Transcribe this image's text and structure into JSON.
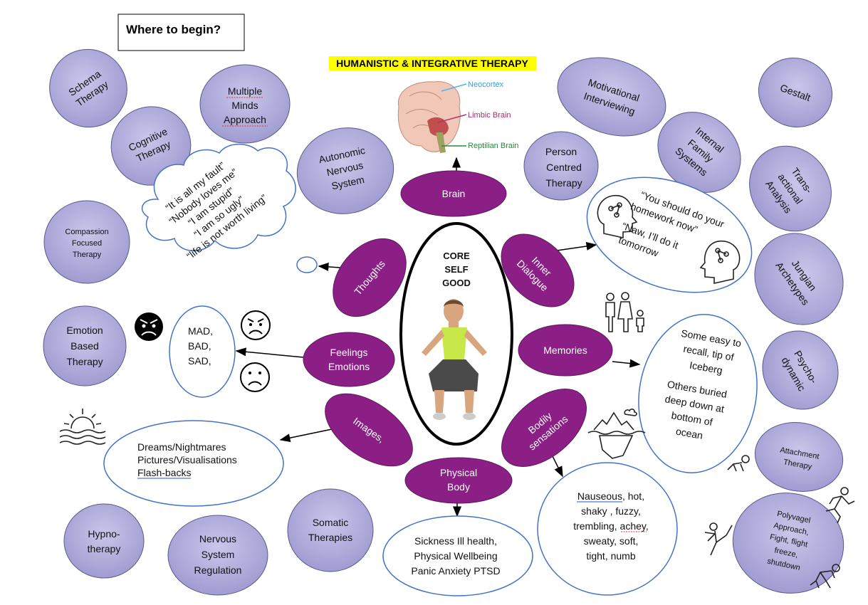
{
  "title_box": "Where to begin?",
  "main_heading": "HUMANISTIC & INTEGRATIVE THERAPY",
  "brain_labels": {
    "neocortex": "Neocortex",
    "limbic": "Limbic Brain",
    "reptilian": "Reptilian Brain"
  },
  "core": [
    "CORE",
    "SELF",
    "GOOD"
  ],
  "hubs": {
    "brain": [
      "Brain"
    ],
    "thoughts": [
      "Thoughts"
    ],
    "inner_dialogue": [
      "Inner",
      "Dialogue"
    ],
    "feelings": [
      "Feelings",
      "Emotions"
    ],
    "memories": [
      "Memories"
    ],
    "images": [
      "Images,"
    ],
    "bodily": [
      "Bodily",
      "sensations"
    ],
    "physical": [
      "Physical",
      "Body"
    ]
  },
  "therapies": {
    "schema": [
      "Schema",
      "Therapy"
    ],
    "multiple_minds": [
      "Multiple",
      "Minds",
      "Approach"
    ],
    "cognitive": [
      "Cognitive",
      "Therapy"
    ],
    "autonomic": [
      "Autonomic",
      "Nervous",
      "System"
    ],
    "compassion": [
      "Compassion",
      "Focused",
      "Therapy"
    ],
    "emotion_based": [
      "Emotion",
      "Based",
      "Therapy"
    ],
    "hypno": [
      "Hypno-",
      "therapy"
    ],
    "nervous_reg": [
      "Nervous",
      "System",
      "Regulation"
    ],
    "somatic": [
      "Somatic",
      "Therapies"
    ],
    "motivational": [
      "Motivational",
      "Interviewing"
    ],
    "gestalt": [
      "Gestalt"
    ],
    "person_centred": [
      "Person",
      "Centred",
      "Therapy"
    ],
    "ifs": [
      "Internal",
      "Family",
      "Systems"
    ],
    "ta": [
      "Trans-",
      "actional",
      "Analysis"
    ],
    "jungian": [
      "Jungian",
      "Archetypes"
    ],
    "psychodynamic": [
      "Psycho-",
      "dynamic"
    ],
    "attachment": [
      "Attachment",
      "Therapy"
    ],
    "polyvagal": [
      "Polyvagel",
      "Approach,",
      "Fight, flight",
      "freeze,",
      "shutdown"
    ]
  },
  "thought_cloud": [
    "“It is all my fault”",
    "“Nobody loves me”",
    "“I am stupid”",
    "“I am so ugly”",
    "“life is not worth living”"
  ],
  "feelings_box": [
    "MAD,",
    "BAD,",
    "SAD,"
  ],
  "images_box": [
    "Dreams/Nightmares",
    "Pictures/Visualisations",
    "Flash-backs"
  ],
  "physical_box": [
    "Sickness Ill health,",
    "Physical Wellbeing",
    "Panic Anxiety PTSD"
  ],
  "bodily_box": [
    "Nauseous,  hot,",
    "shaky , fuzzy,",
    "trembling, achey,",
    "sweaty, soft,",
    "tight, numb"
  ],
  "memories_box": [
    "Some easy to",
    "recall, tip of",
    "Iceberg",
    "Others buried",
    "deep down at",
    "bottom  of",
    "ocean"
  ],
  "dialogue_box": [
    "“You should do your",
    "homework now”",
    "“Naw, I’ll do it",
    "tomorrow"
  ]
}
